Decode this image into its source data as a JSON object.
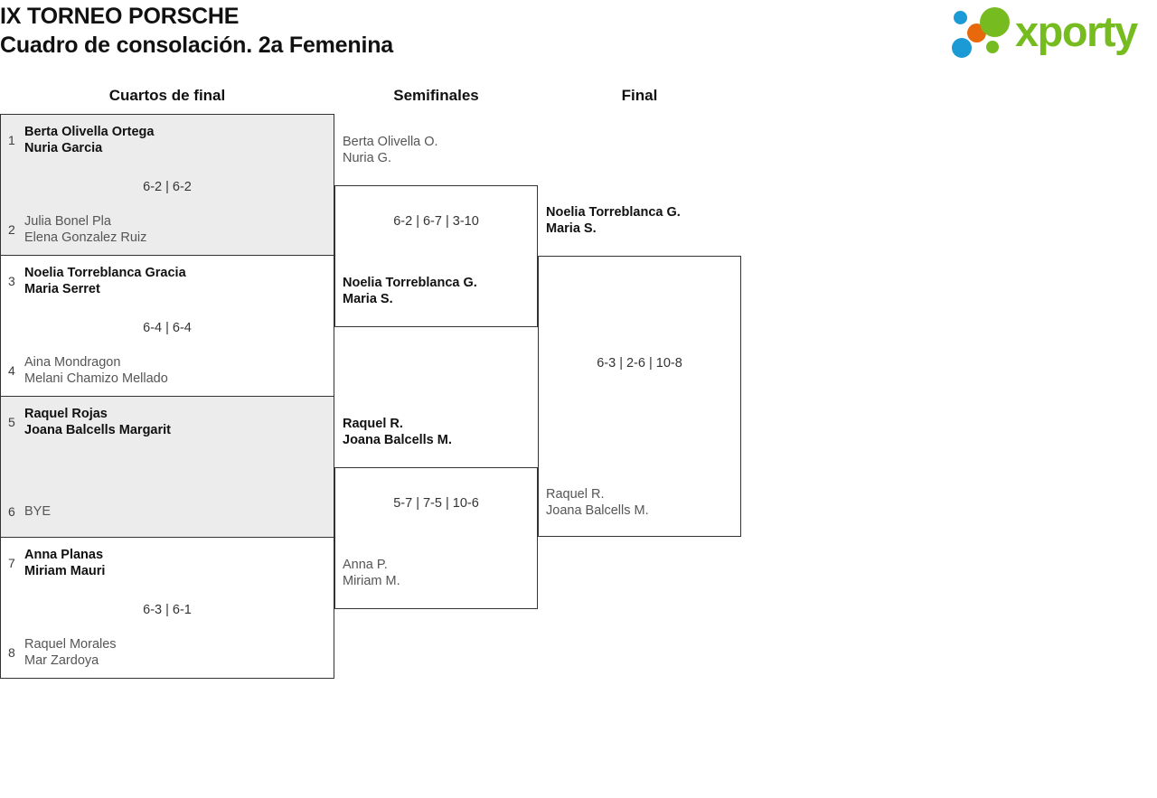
{
  "header": {
    "title_line1": "IX TORNEO PORSCHE",
    "title_line2": "Cuadro de consolación. 2a Femenina"
  },
  "logo": {
    "wordmark": "xporty",
    "colors": {
      "green": "#76bc21",
      "blue": "#1b9ad6",
      "orange": "#e8690b"
    }
  },
  "rounds": [
    {
      "id": "quarterfinals",
      "label": "Cuartos de final"
    },
    {
      "id": "semifinals",
      "label": "Semifinales"
    },
    {
      "id": "final",
      "label": "Final"
    }
  ],
  "bracket": {
    "quarterfinals": [
      {
        "score": "6-2 | 6-2",
        "top": {
          "seed": "1",
          "players": [
            "Berta Olivella Ortega",
            "Nuria Garcia"
          ],
          "winner": true
        },
        "bottom": {
          "seed": "2",
          "players": [
            "Julia Bonel Pla",
            "Elena Gonzalez Ruiz"
          ],
          "winner": false
        }
      },
      {
        "score": "6-4 | 6-4",
        "top": {
          "seed": "3",
          "players": [
            "Noelia Torreblanca Gracia",
            "Maria Serret"
          ],
          "winner": true
        },
        "bottom": {
          "seed": "4",
          "players": [
            "Aina Mondragon",
            "Melani Chamizo Mellado"
          ],
          "winner": false
        }
      },
      {
        "score": "",
        "top": {
          "seed": "5",
          "players": [
            "Raquel Rojas",
            "Joana Balcells Margarit"
          ],
          "winner": true
        },
        "bottom": {
          "seed": "6",
          "players": [
            "BYE"
          ],
          "winner": false
        }
      },
      {
        "score": "6-3 | 6-1",
        "top": {
          "seed": "7",
          "players": [
            "Anna Planas",
            "Miriam Mauri"
          ],
          "winner": true
        },
        "bottom": {
          "seed": "8",
          "players": [
            "Raquel Morales",
            "Mar Zardoya"
          ],
          "winner": false
        }
      }
    ],
    "semifinals": [
      {
        "score": "6-2 | 6-7 | 3-10",
        "top": {
          "seed": "",
          "players": [
            "Berta Olivella O.",
            "Nuria G."
          ],
          "winner": false
        },
        "bottom": {
          "seed": "",
          "players": [
            "Noelia Torreblanca G.",
            "Maria S."
          ],
          "winner": true
        }
      },
      {
        "score": "5-7 | 7-5 | 10-6",
        "top": {
          "seed": "",
          "players": [
            "Raquel R.",
            "Joana Balcells M."
          ],
          "winner": true
        },
        "bottom": {
          "seed": "",
          "players": [
            "Anna P.",
            "Miriam M."
          ],
          "winner": false
        }
      }
    ],
    "final": [
      {
        "score": "6-3 | 2-6 | 10-8",
        "top": {
          "seed": "",
          "players": [
            "Noelia Torreblanca G.",
            "Maria S."
          ],
          "winner": true
        },
        "bottom": {
          "seed": "",
          "players": [
            "Raquel R.",
            "Joana Balcells M."
          ],
          "winner": false
        }
      }
    ]
  }
}
